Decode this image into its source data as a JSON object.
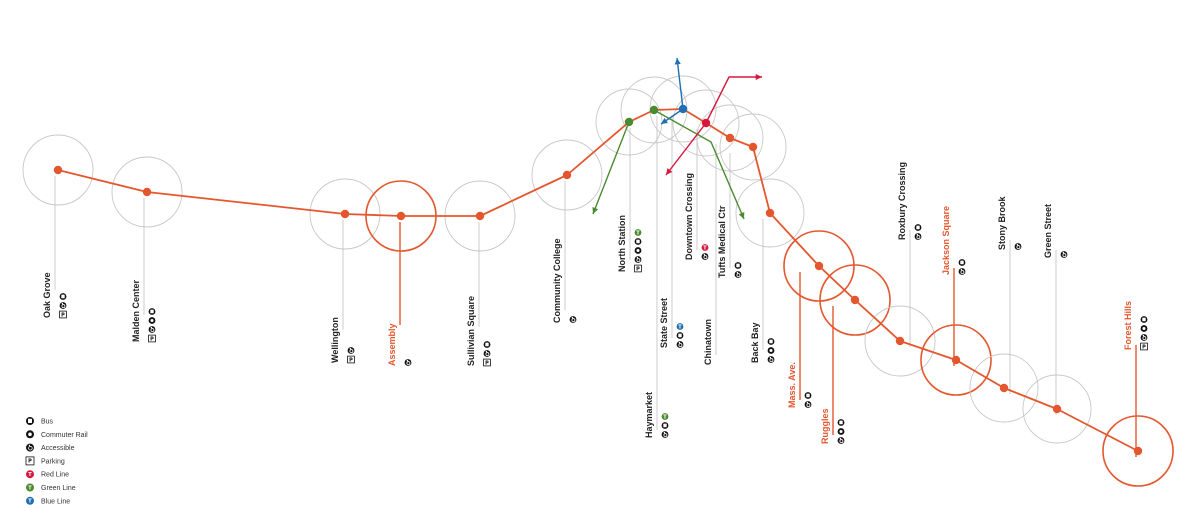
{
  "colors": {
    "orange_line": "#e4572e",
    "red_line": "#d6183d",
    "green_line": "#4a8b2f",
    "blue_line": "#1f6fb2",
    "neutral_circle": "#c8c8c8",
    "tick": "#bfbfbf",
    "text": "#222222"
  },
  "legend": {
    "items": [
      {
        "icon": "bus-icon",
        "label": "Bus"
      },
      {
        "icon": "commuter-rail-icon",
        "label": "Commuter Rail"
      },
      {
        "icon": "accessible-icon",
        "label": "Accessible"
      },
      {
        "icon": "parking-icon",
        "label": "Parking"
      },
      {
        "icon": "t-red-icon",
        "label": "Red Line"
      },
      {
        "icon": "t-green-icon",
        "label": "Green Line"
      },
      {
        "icon": "t-blue-icon",
        "label": "Blue Line"
      }
    ]
  },
  "stations": [
    {
      "name": "Oak Grove",
      "highlight": false,
      "icons": [
        "parking-icon",
        "accessible-icon",
        "bus-icon"
      ]
    },
    {
      "name": "Malden Center",
      "highlight": false,
      "icons": [
        "parking-icon",
        "accessible-icon",
        "commuter-rail-icon",
        "bus-icon"
      ]
    },
    {
      "name": "Wellington",
      "highlight": false,
      "icons": [
        "parking-icon",
        "accessible-icon"
      ]
    },
    {
      "name": "Assembly",
      "highlight": true,
      "icons": [
        "accessible-icon"
      ]
    },
    {
      "name": "Sullivian Square",
      "highlight": false,
      "icons": [
        "parking-icon",
        "accessible-icon",
        "bus-icon"
      ]
    },
    {
      "name": "Community College",
      "highlight": false,
      "icons": [
        "accessible-icon"
      ]
    },
    {
      "name": "North Station",
      "highlight": false,
      "icons": [
        "parking-icon",
        "accessible-icon",
        "commuter-rail-icon",
        "bus-icon",
        "t-green-icon"
      ]
    },
    {
      "name": "Haymarket",
      "highlight": false,
      "icons": [
        "accessible-icon",
        "bus-icon",
        "t-green-icon"
      ]
    },
    {
      "name": "State Street",
      "highlight": false,
      "icons": [
        "accessible-icon",
        "bus-icon",
        "t-blue-icon"
      ]
    },
    {
      "name": "Downtown Crossing",
      "highlight": false,
      "icons": [
        "accessible-icon",
        "t-red-icon"
      ]
    },
    {
      "name": "Chinatown",
      "highlight": false,
      "icons": []
    },
    {
      "name": "Tufts Medical Ctr",
      "highlight": false,
      "icons": [
        "accessible-icon",
        "bus-icon"
      ]
    },
    {
      "name": "Back Bay",
      "highlight": false,
      "icons": [
        "accessible-icon",
        "commuter-rail-icon",
        "bus-icon"
      ]
    },
    {
      "name": "Mass. Ave.",
      "highlight": true,
      "icons": [
        "accessible-icon",
        "bus-icon"
      ]
    },
    {
      "name": "Ruggles",
      "highlight": true,
      "icons": [
        "accessible-icon",
        "commuter-rail-icon",
        "bus-icon"
      ]
    },
    {
      "name": "Roxbury Crossing",
      "highlight": false,
      "icons": [
        "accessible-icon",
        "bus-icon"
      ]
    },
    {
      "name": "Jackson Square",
      "highlight": true,
      "icons": [
        "accessible-icon",
        "bus-icon"
      ]
    },
    {
      "name": "Stony Brook",
      "highlight": false,
      "icons": [
        "accessible-icon"
      ]
    },
    {
      "name": "Green Street",
      "highlight": false,
      "icons": [
        "accessible-icon"
      ]
    },
    {
      "name": "Forest Hills",
      "highlight": true,
      "icons": [
        "parking-icon",
        "accessible-icon",
        "commuter-rail-icon",
        "bus-icon"
      ]
    }
  ]
}
